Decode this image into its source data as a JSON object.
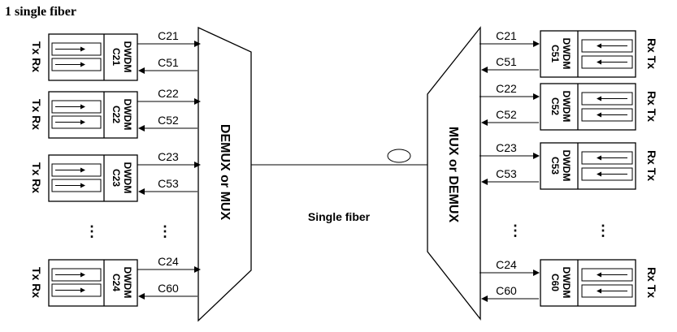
{
  "title": "1 single fiber",
  "fiber_label": "Single fiber",
  "left_mux_label": "DEMUX or MUX",
  "right_mux_label": "MUX or DEMUX",
  "ellipsis": "⋮",
  "left_units": [
    {
      "side_label": "Tx Rx",
      "dwdm": "DWDM",
      "chan": "C21",
      "out": "C21",
      "in": "C51"
    },
    {
      "side_label": "Tx Rx",
      "dwdm": "DWDM",
      "chan": "C22",
      "out": "C22",
      "in": "C52"
    },
    {
      "side_label": "Tx Rx",
      "dwdm": "DWDM",
      "chan": "C23",
      "out": "C23",
      "in": "C53"
    },
    {
      "side_label": "Tx Rx",
      "dwdm": "DWDM",
      "chan": "C24",
      "out": "C24",
      "in": "C60"
    }
  ],
  "right_units": [
    {
      "side_label": "Rx Tx",
      "dwdm": "DWDM",
      "chan": "C51",
      "in": "C21",
      "out": "C51"
    },
    {
      "side_label": "Rx Tx",
      "dwdm": "DWDM",
      "chan": "C52",
      "in": "C22",
      "out": "C52"
    },
    {
      "side_label": "Rx Tx",
      "dwdm": "DWDM",
      "chan": "C53",
      "in": "C23",
      "out": "C53"
    },
    {
      "side_label": "Rx Tx",
      "dwdm": "DWDM",
      "chan": "C60",
      "in": "C24",
      "out": "C60"
    }
  ]
}
